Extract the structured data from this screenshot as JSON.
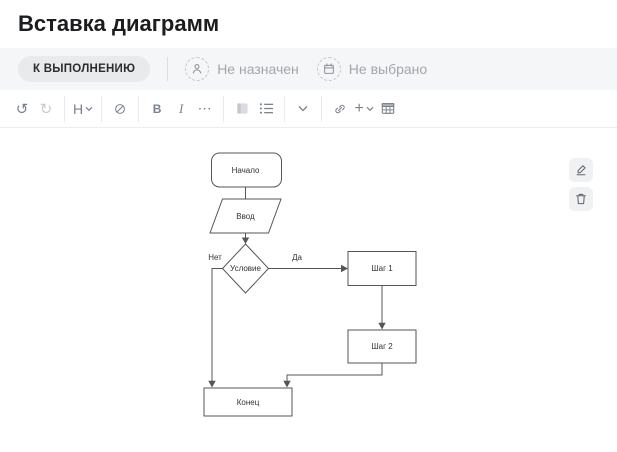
{
  "page": {
    "title": "Вставка диаграмм"
  },
  "status_bar": {
    "status_label": "К ВЫПОЛНЕНИЮ",
    "assignee": {
      "label": "Не назначен",
      "icon": "person-icon"
    },
    "due_date": {
      "label": "Не выбрано",
      "icon": "calendar-icon"
    }
  },
  "toolbar": {
    "heading_label": "H",
    "bold_label": "B",
    "italic_label": "I",
    "more_label": "⋯",
    "plus_label": "+",
    "undo_glyph": "↺",
    "redo_glyph": "↻"
  },
  "diagram": {
    "nodes": {
      "start": "Начало",
      "input": "Ввод",
      "condition": "Условие",
      "step1": "Шаг 1",
      "step2": "Шаг 2",
      "end": "Конец"
    },
    "edges": {
      "yes": "Да",
      "no": "Нет"
    }
  },
  "colors": {
    "status_bar_bg": "#f5f6f7",
    "status_pill_bg": "#e9eaec",
    "diagram_stroke": "#565656",
    "toolbar_icon": "#79818d"
  }
}
